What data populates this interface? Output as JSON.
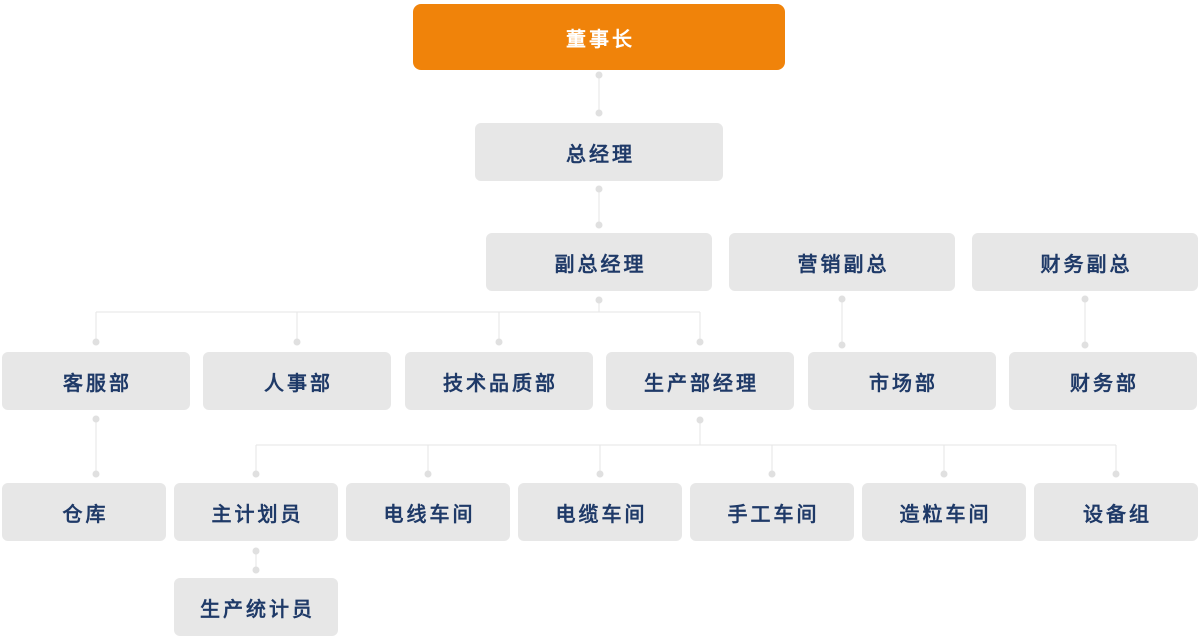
{
  "diagram": {
    "type": "org-chart",
    "nodes": [
      {
        "label": "董事长",
        "level": 0,
        "parent": null,
        "variant": "root"
      },
      {
        "label": "总经理",
        "level": 1,
        "parent": "董事长"
      },
      {
        "label": "副总经理",
        "level": 2,
        "parent": "总经理"
      },
      {
        "label": "营销副总",
        "level": 2,
        "parent": null
      },
      {
        "label": "财务副总",
        "level": 2,
        "parent": null
      },
      {
        "label": "客服部",
        "level": 3,
        "parent": "副总经理"
      },
      {
        "label": "人事部",
        "level": 3,
        "parent": "副总经理"
      },
      {
        "label": "技术品质部",
        "level": 3,
        "parent": "副总经理"
      },
      {
        "label": "生产部经理",
        "level": 3,
        "parent": "副总经理"
      },
      {
        "label": "市场部",
        "level": 3,
        "parent": "营销副总"
      },
      {
        "label": "财务部",
        "level": 3,
        "parent": "财务副总"
      },
      {
        "label": "仓库",
        "level": 4,
        "parent": "客服部"
      },
      {
        "label": "主计划员",
        "level": 4,
        "parent": "生产部经理"
      },
      {
        "label": "电线车间",
        "level": 4,
        "parent": "生产部经理"
      },
      {
        "label": "电缆车间",
        "level": 4,
        "parent": "生产部经理"
      },
      {
        "label": "手工车间",
        "level": 4,
        "parent": "生产部经理"
      },
      {
        "label": "造粒车间",
        "level": 4,
        "parent": "生产部经理"
      },
      {
        "label": "设备组",
        "level": 4,
        "parent": "生产部经理"
      },
      {
        "label": "生产统计员",
        "level": 5,
        "parent": "主计划员"
      }
    ],
    "colors": {
      "root_bg": "#F0830A",
      "root_text": "#FFFFFF",
      "node_bg": "#E7E7E7",
      "node_text": "#1F3A68",
      "connector": "#E5E5E5",
      "connector_dot": "#E0E0E0",
      "canvas_bg": "#FFFFFF"
    }
  }
}
